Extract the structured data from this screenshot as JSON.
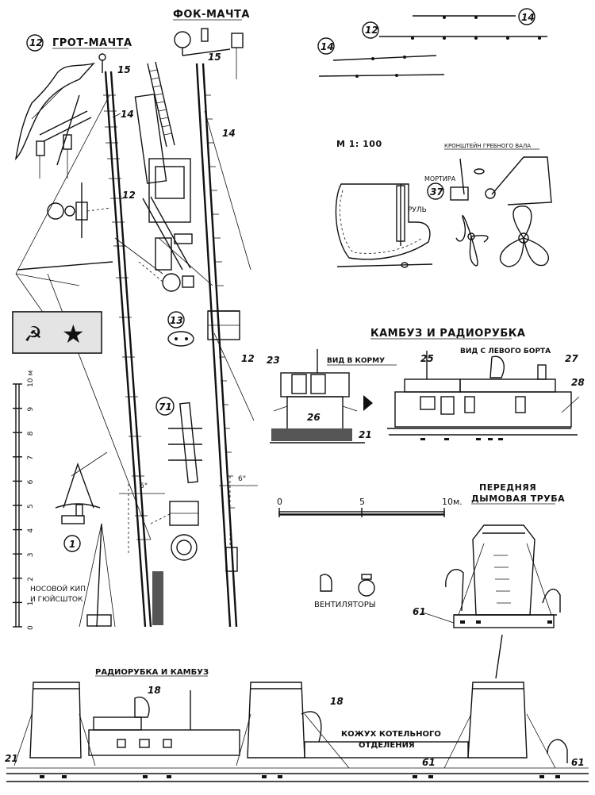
{
  "titles": {
    "fore_mast": "ФОК-МАЧТА",
    "main_mast": "ГРОТ-МАЧТА",
    "scale_ratio": "М 1: 100",
    "galley_radio": "КАМБУЗ И РАДИОРУБКА",
    "view_aft": "ВИД В КОРМУ",
    "view_port": "ВИД С ЛЕВОГО БОРТА",
    "front_funnel_line1": "ПЕРЕДНЯЯ",
    "front_funnel_line2": "ДЫМОВАЯ ТРУБА",
    "radio_galley_bottom": "РАДИОРУБКА И КАМБУЗ",
    "boiler_casing_line1": "КОЖУХ КОТЕЛЬНОГО",
    "boiler_casing_line2": "ОТДЕЛЕНИЯ"
  },
  "labels": {
    "rudder": "РУЛЬ",
    "propeller_bracket": "КРОНШТЕЙН ГРЕБНОГО ВАЛА",
    "mortar": "МОРТИРА",
    "bow_chock_line1": "НОСОВОЙ КИП",
    "bow_chock_line2": "И ГЮЙСШТОК",
    "ventilators": "ВЕНТИЛЯТОРЫ",
    "angle_main": "6°",
    "angle_fore": "6°"
  },
  "vertical_scale": {
    "ticks": [
      "0",
      "1",
      "2",
      "3",
      "4",
      "5",
      "6",
      "7",
      "8",
      "9",
      "10 м"
    ]
  },
  "horizontal_scale": {
    "ticks": [
      "0",
      "5",
      "10м."
    ]
  },
  "callouts": {
    "c12_main": "12",
    "c15_main": "15",
    "c14_main": "14",
    "c12_main_b": "12",
    "c13": "13",
    "c71": "71",
    "c1": "1",
    "c15_fore": "15",
    "c14_fore": "14",
    "c12_fore": "12",
    "c12_yards": "12",
    "c14_yards_a": "14",
    "c14_yards_b": "14",
    "c37": "37",
    "c23": "23",
    "c26_aft": "26",
    "c21_aft": "21",
    "c25": "25",
    "c27": "27",
    "c28": "28",
    "c61_funnel": "61",
    "c18_a": "18",
    "c18_b": "18",
    "c21_bottom": "21",
    "c61_bottom_a": "61",
    "c61_bottom_b": "61"
  }
}
